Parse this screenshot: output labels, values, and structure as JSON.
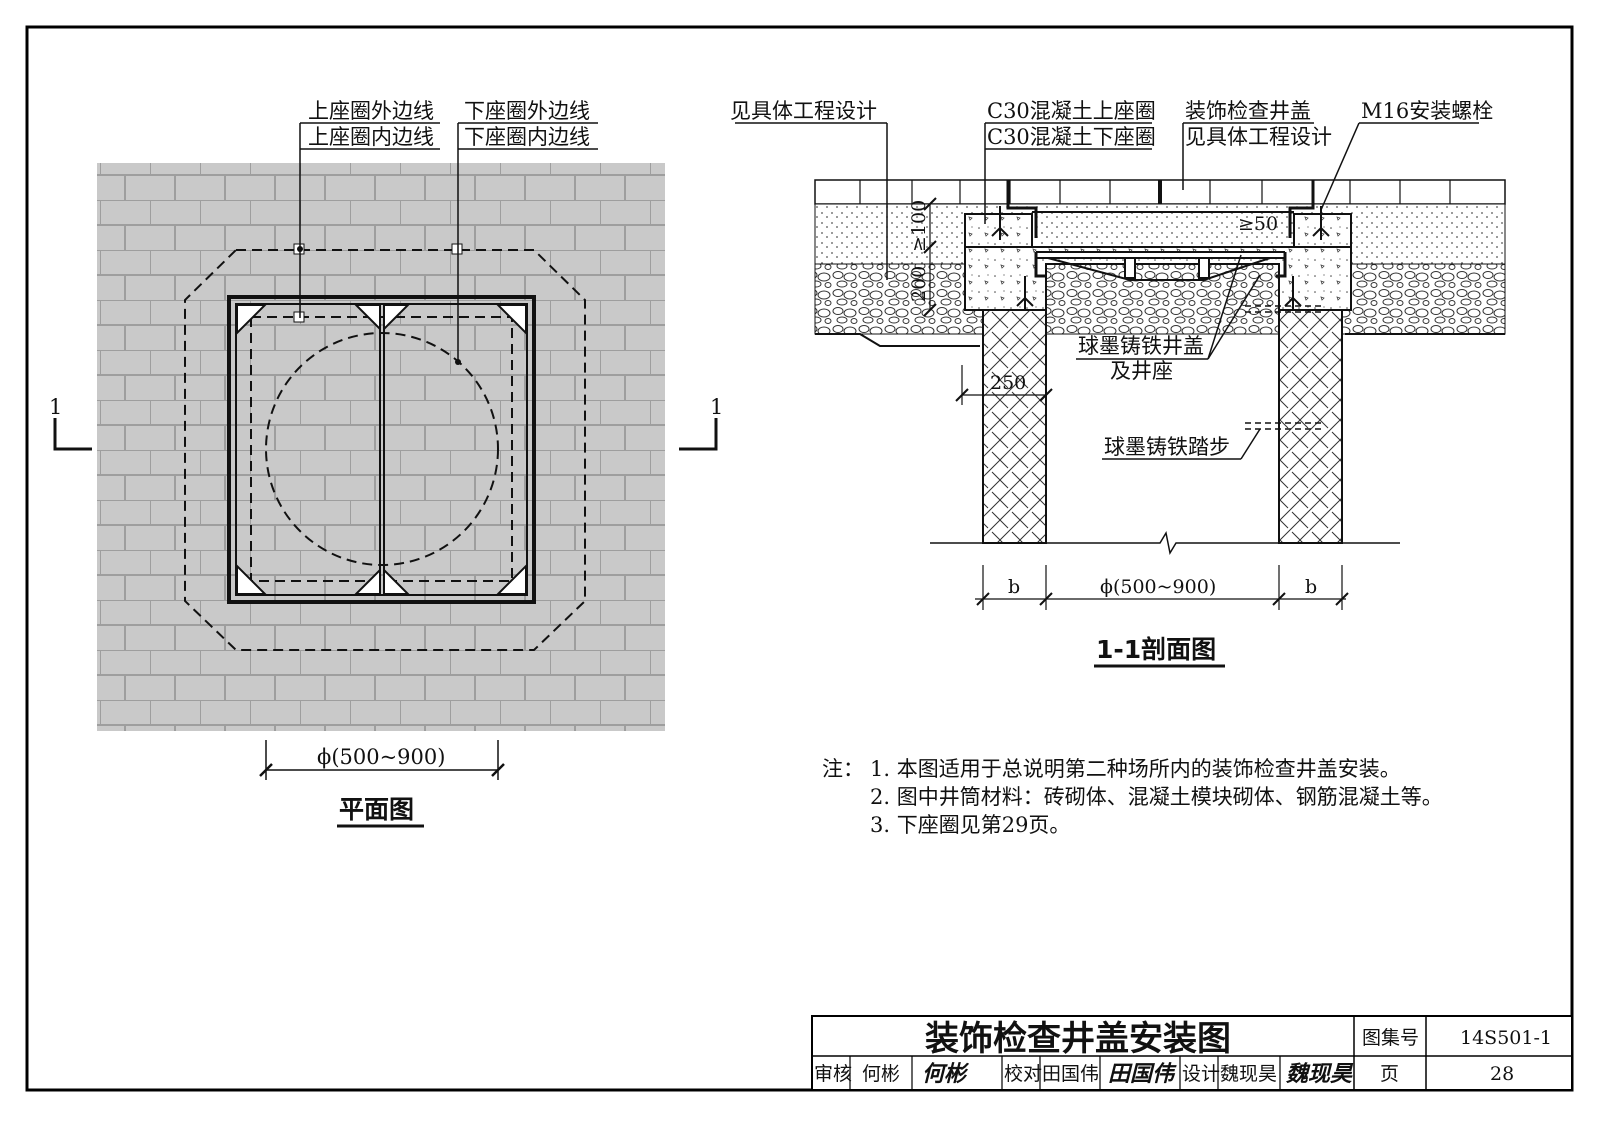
{
  "plan_view": {
    "title": "平面图",
    "section_mark": "1",
    "labels": {
      "upper_outer": "上座圈外边线",
      "upper_inner": "上座圈内边线",
      "lower_outer": "下座圈外边线",
      "lower_inner": "下座圈内边线"
    },
    "dimension": "ϕ(500~900)"
  },
  "section_view": {
    "title": "1-1剖面图",
    "labels": {
      "project_design": "见具体工程设计",
      "c30_upper": "C30混凝土上座圈",
      "c30_lower": "C30混凝土下座圈",
      "decorative_cover": "装饰检查井盖",
      "decorative_cover_note": "见具体工程设计",
      "bolt": "M16安装螺栓",
      "cast_iron_cover_1": "球墨铸铁井盖",
      "cast_iron_cover_2": "及井座",
      "step": "球墨铸铁踏步"
    },
    "dims": {
      "ge100": "≥100",
      "d200": "200",
      "ge50": "≥50",
      "d250": "250",
      "b": "b",
      "dia": "ϕ(500~900)"
    }
  },
  "notes": {
    "prefix": "注：",
    "items": [
      "1. 本图适用于总说明第二种场所内的装饰检查井盖安装。",
      "2. 图中井筒材料：砖砌体、混凝土模块砌体、钢筋混凝土等。",
      "3. 下座圈见第29页。"
    ]
  },
  "title_block": {
    "drawing_title": "装饰检查井盖安装图",
    "atlas_label": "图集号",
    "atlas_no": "14S501-1",
    "page_label": "页",
    "page_no": "28",
    "review_label": "审核",
    "reviewer": "何彬",
    "reviewer_sign": "何彬",
    "check_label": "校对",
    "checker": "田国伟",
    "checker_sign": "田国伟",
    "design_label": "设计",
    "designer": "魏现昊",
    "designer_sign": "魏现昊"
  }
}
